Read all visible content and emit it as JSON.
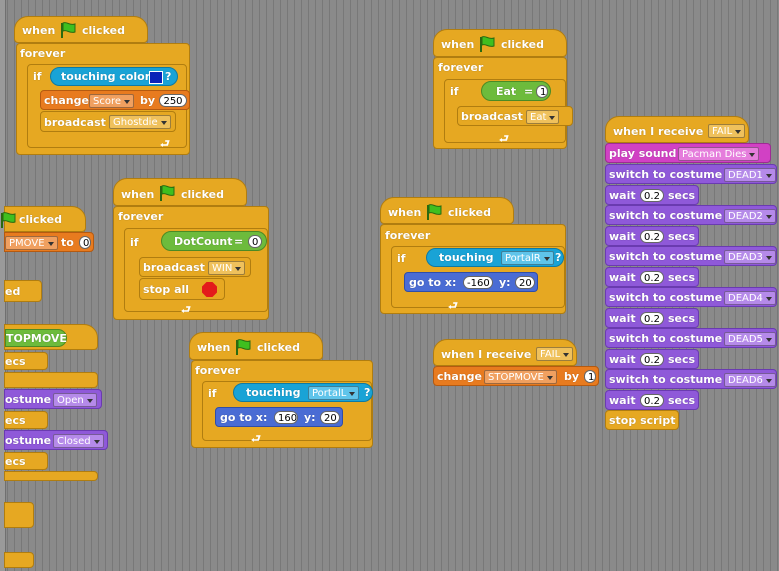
{
  "labels": {
    "when": "when",
    "clicked": "clicked",
    "forever": "forever",
    "if": "if",
    "touching_color": "touching color",
    "touching": "touching",
    "change": "change",
    "by": "by",
    "broadcast": "broadcast",
    "stop_all": "stop all",
    "go_to_x": "go to x:",
    "y": "y:",
    "when_i_receive": "when I receive",
    "play_sound": "play sound",
    "switch_to_costume": "switch to costume",
    "wait": "wait",
    "secs": "secs",
    "stop_script": "stop script",
    "eq": "=",
    "q": "?",
    "loop_arrow": "⮐"
  },
  "colors": {
    "control": "#e6a822",
    "variables": "#e87b1f",
    "sound": "#d141c4",
    "looks": "#8f59d9",
    "motion": "#4a6cd4",
    "sensing": "#19a3d6",
    "operators": "#6dbb3c",
    "touch_color_swatch": "#0a22b8"
  },
  "script1": {
    "var": "Score",
    "amount": "250",
    "msg": "Ghostdie"
  },
  "script2": {
    "var": "Eat",
    "value": "1",
    "msg": "Eat"
  },
  "script3": {
    "var": "DotCount",
    "value": "0",
    "msg": "WIN"
  },
  "script4": {
    "sprite": "PortalR",
    "x": "-160",
    "y": "20"
  },
  "script5": {
    "sprite": "PortalL",
    "x": "160",
    "y": "20"
  },
  "script6": {
    "msg": "FAIL",
    "var": "STOPMOVE",
    "amount": "1"
  },
  "script7": {
    "msg": "FAIL",
    "sound": "Pacman Dies",
    "costumes": [
      "DEAD1",
      "DEAD2",
      "DEAD3",
      "DEAD4",
      "DEAD5",
      "DEAD6"
    ],
    "wait": "0.2"
  },
  "partial": {
    "clicked": "clicked",
    "set_var": "PMOVE",
    "to": "to",
    "to_value": "0",
    "ed": "ed",
    "stopmove": "TOPMOVE",
    "secs": "ecs",
    "costume": "ostume",
    "costume_open": "Open",
    "costume_closed": "Closed"
  }
}
